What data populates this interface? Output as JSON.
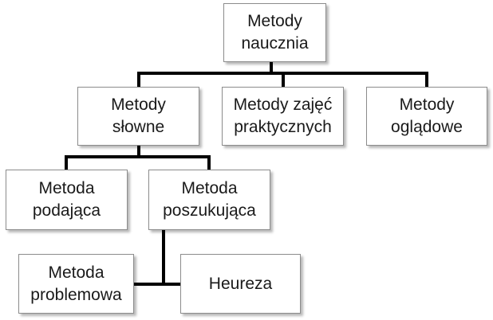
{
  "diagram": {
    "nodes": {
      "root": {
        "label": "Metody\nnaucznia"
      },
      "slowne": {
        "label": "Metody\nsłowne"
      },
      "zajec": {
        "label": "Metody zajęć\npraktycznych"
      },
      "ogladowe": {
        "label": "Metody\noglądowe"
      },
      "podajaca": {
        "label": "Metoda\npodająca"
      },
      "poszukujaca": {
        "label": "Metoda\nposzukująca"
      },
      "problemowa": {
        "label": "Metoda\nproblemowa"
      },
      "heureza": {
        "label": "Heureza"
      }
    },
    "line_color": "#000000",
    "box_border_color": "#8c8c8c"
  }
}
